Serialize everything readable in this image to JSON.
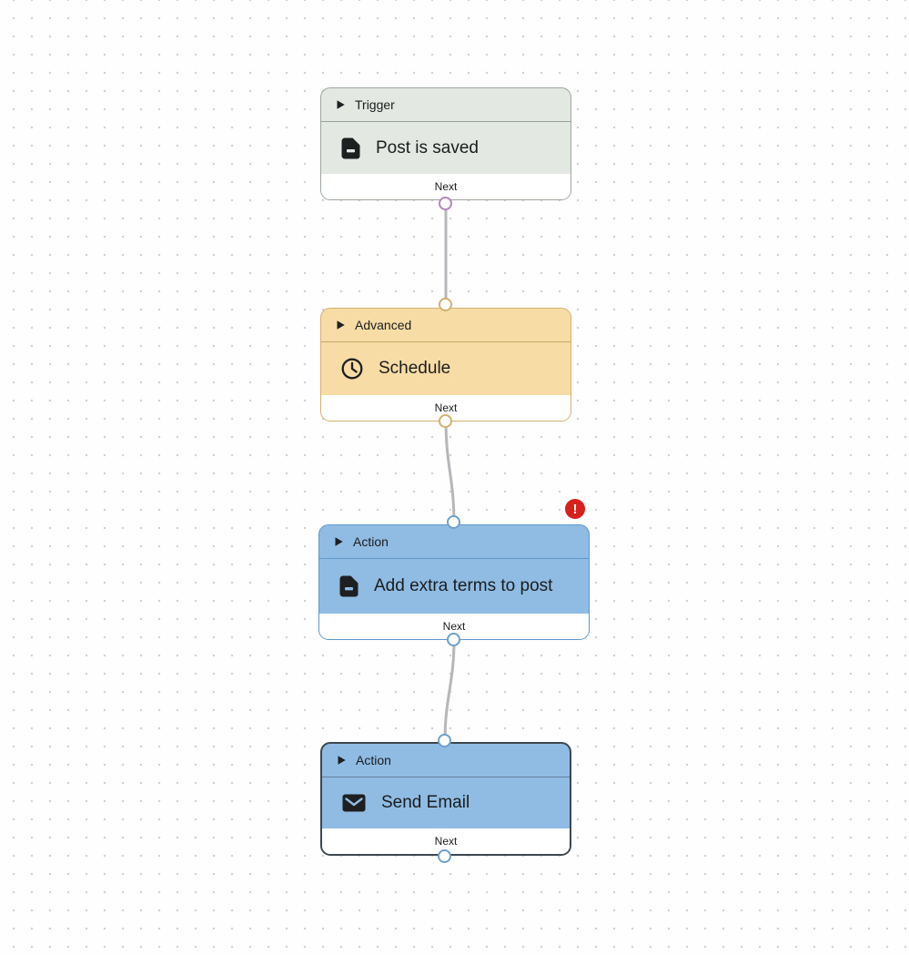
{
  "canvas": {
    "grid_dot_color": "#d2d2d2",
    "edge_color": "#b6b6bb",
    "background": "#fefefe"
  },
  "nodes": [
    {
      "type_label": "Trigger",
      "title": "Post is saved",
      "icon": "document-icon",
      "footer_label": "Next",
      "colors": {
        "background": "#e4e8e2",
        "border": "#9da69d",
        "port": "#b287bd"
      }
    },
    {
      "type_label": "Advanced",
      "title": "Schedule",
      "icon": "clock-icon",
      "footer_label": "Next",
      "colors": {
        "background": "#f8dca5",
        "border": "#d2b173",
        "port": "#d2b173"
      }
    },
    {
      "type_label": "Action",
      "title": "Add extra terms to post",
      "icon": "document-icon",
      "footer_label": "Next",
      "has_error": true,
      "colors": {
        "background": "#90bce3",
        "border": "#5f98ca",
        "port": "#6fa0cd"
      }
    },
    {
      "type_label": "Action",
      "title": "Send Email",
      "icon": "envelope-icon",
      "footer_label": "Next",
      "selected": true,
      "colors": {
        "background": "#90bce3",
        "border": "#3f474e",
        "port": "#6fa0cd"
      }
    }
  ],
  "error_badge": {
    "symbol": "!",
    "background": "#d7211d"
  }
}
